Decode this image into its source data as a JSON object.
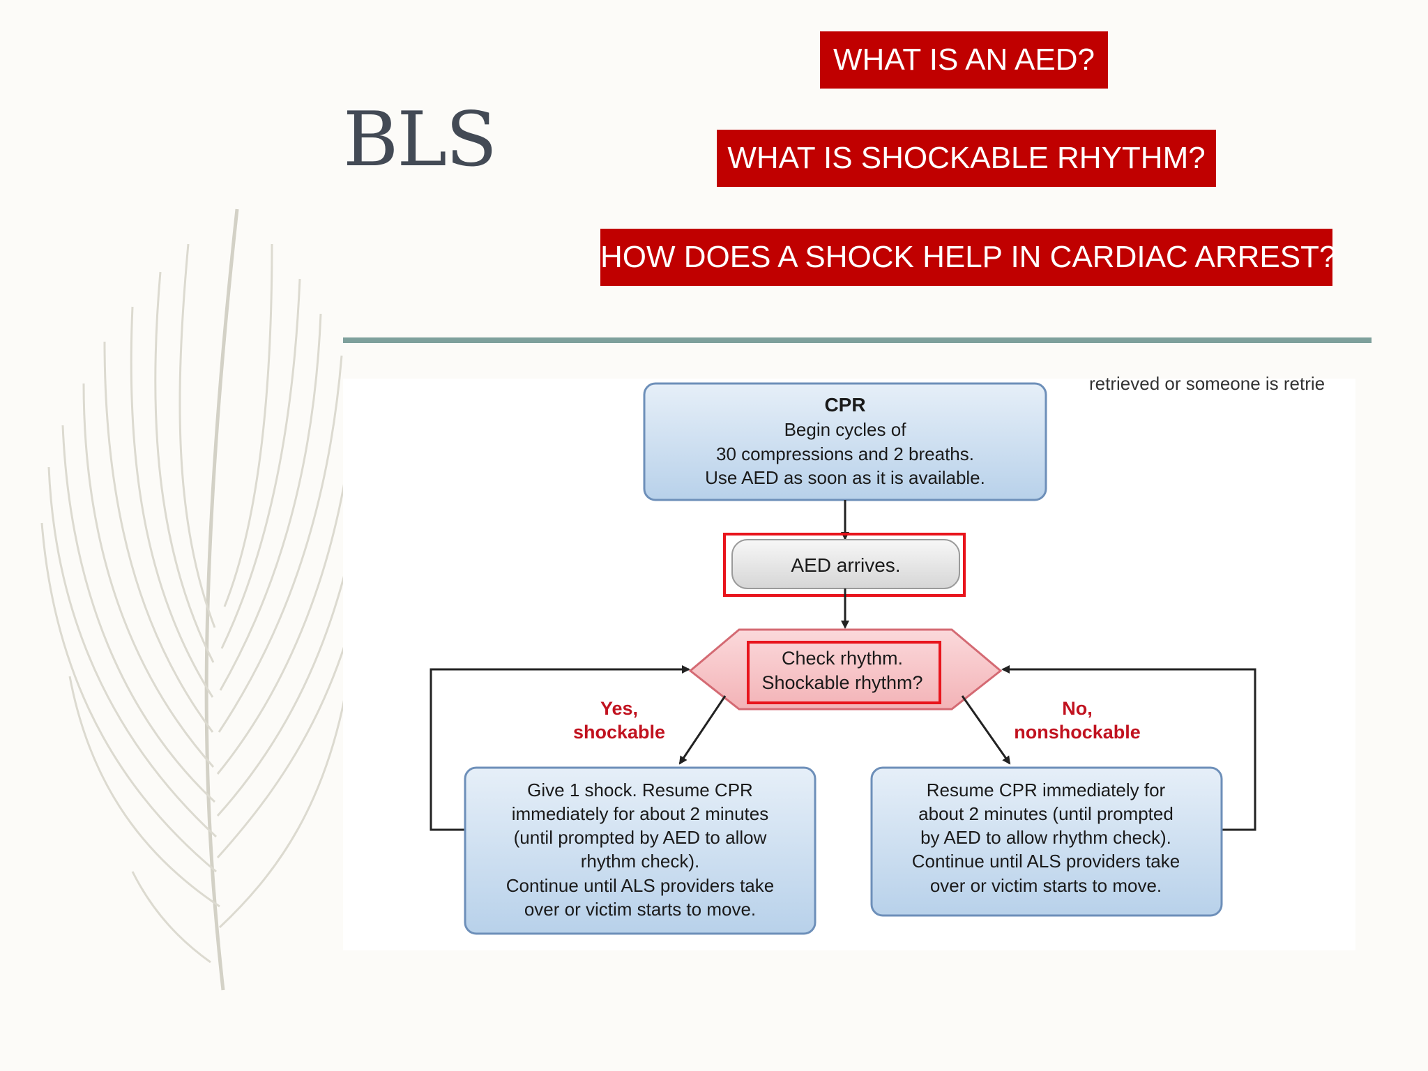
{
  "slide": {
    "title": "BLS",
    "questions": [
      "WHAT IS AN AED?",
      "WHAT IS SHOCKABLE  RHYTHM?",
      "HOW DOES A SHOCK HELP IN CARDIAC ARREST?"
    ],
    "accent_color": "#c00000",
    "rule_color": "#7ea09c"
  },
  "flowchart": {
    "corner_text": "retrieved or someone is retrie",
    "cpr_box": {
      "title": "CPR",
      "lines": [
        "Begin cycles of",
        "30 compressions and 2 breaths.",
        "Use AED as soon as it is available."
      ]
    },
    "aed_box": {
      "label": "AED arrives."
    },
    "decision": {
      "lines": [
        "Check rhythm.",
        "Shockable rhythm?"
      ]
    },
    "yes_label": {
      "lines": [
        "Yes,",
        "shockable"
      ]
    },
    "no_label": {
      "lines": [
        "No,",
        "nonshockable"
      ]
    },
    "left_box": {
      "lines": [
        "Give 1 shock. Resume CPR",
        "immediately for about 2 minutes",
        "(until prompted by AED to allow",
        "rhythm check).",
        "Continue until ALS providers take",
        "over or victim starts to move."
      ]
    },
    "right_box": {
      "lines": [
        "Resume CPR immediately for",
        "about 2 minutes (until prompted",
        "by AED to allow rhythm check).",
        "Continue until ALS providers take",
        "over or victim starts to move."
      ]
    },
    "colors": {
      "box_fill": "#cfe0f1",
      "box_stroke": "#6d8fb9",
      "decision_fill": "#f7c7c9",
      "decision_stroke": "#d46a73",
      "branch_label": "#c1121f",
      "highlight": "#e8141c"
    }
  }
}
